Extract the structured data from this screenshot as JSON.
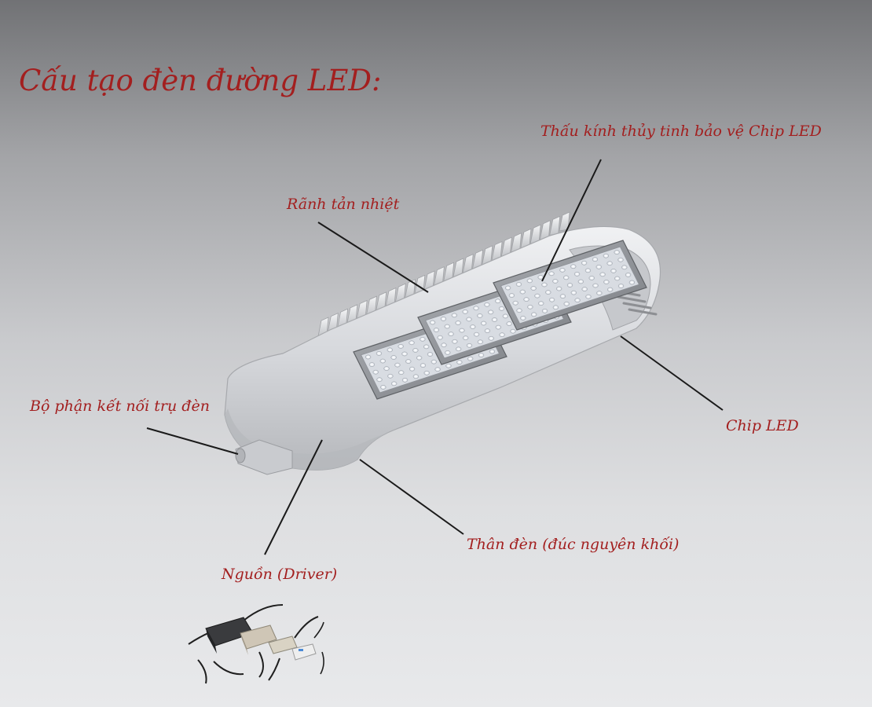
{
  "title": "Cấu tạo đèn đường LED:",
  "labels": {
    "lens": "Thấu kính thủy tinh bảo vệ Chip LED",
    "heatsink": "Rãnh tản nhiệt",
    "connector": "Bộ phận kết nối trụ đèn",
    "chip": "Chip LED",
    "body": "Thân đèn (đúc nguyên khối)",
    "driver": "Nguồn (Driver)"
  },
  "colors": {
    "label": "#a31f1f",
    "leader_line": "#1a1a1a",
    "housing": "#d4d6da"
  }
}
